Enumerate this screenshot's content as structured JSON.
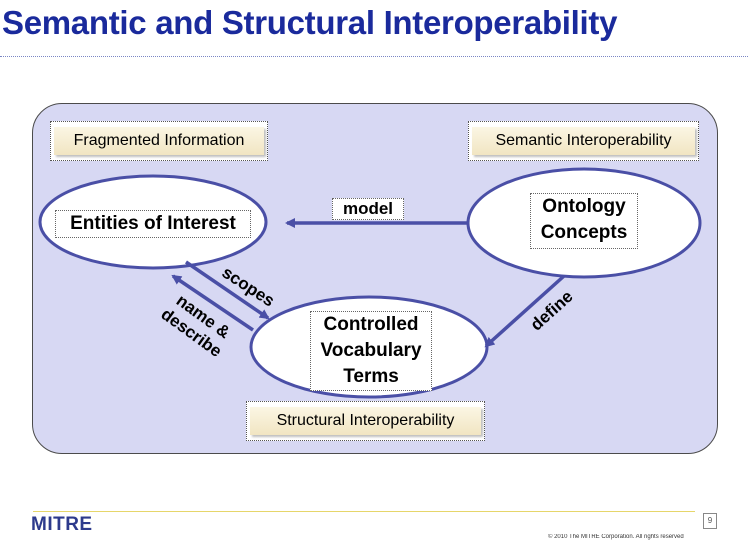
{
  "slide": {
    "title": "Semantic and Structural Interoperability"
  },
  "tags": {
    "fragmented": "Fragmented Information",
    "semantic": "Semantic Interoperability",
    "structural": "Structural Interoperability"
  },
  "nodes": {
    "entities": "Entities of Interest",
    "ontology": "Ontology\nConcepts",
    "vocabulary": "Controlled\nVocabulary\nTerms"
  },
  "edges": {
    "model": "model",
    "define": "define",
    "scopes": "scopes",
    "name_describe": "name &\ndescribe"
  },
  "footer": {
    "logo": "MITRE",
    "page_number": "9",
    "copyright": "© 2010 The MITRE Corporation. All rights reserved"
  },
  "colors": {
    "title": "#1a2a9c",
    "panel": "#d7d8f3",
    "arrow": "#4a4fa6"
  }
}
